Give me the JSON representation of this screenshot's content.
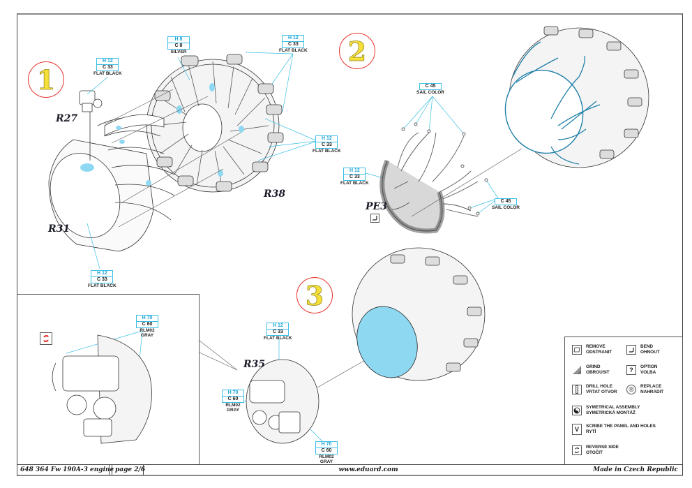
{
  "document": {
    "title": "Fw 190A-3 engine",
    "kit_number": "648 364",
    "page": "page 2/6",
    "website": "www.eduard.com",
    "origin": "Made in Czech Republic"
  },
  "footer": {
    "kit_and_title": "648 364  Fw 190A-3 engine",
    "page": "page 2/6",
    "website": "www.eduard.com",
    "origin": "Made in Czech Republic"
  },
  "steps": [
    {
      "number": "1"
    },
    {
      "number": "2"
    },
    {
      "number": "3"
    }
  ],
  "part_labels": {
    "r27": "R27",
    "r31": "R31",
    "r38": "R38",
    "pe3": "PE3",
    "r35": "R35"
  },
  "callouts": [
    {
      "h": "H 12",
      "c": "C 33",
      "name": "FLAT BLACK"
    },
    {
      "h": "H 8",
      "c": "C 8",
      "name": "SILVER"
    },
    {
      "h": "H 12",
      "c": "C 33",
      "name": "FLAT BLACK"
    },
    {
      "h": "H 12",
      "c": "C 33",
      "name": "FLAT BLACK"
    },
    {
      "h": "H 12",
      "c": "C 33",
      "name": "FLAT BLACK"
    },
    {
      "c": "C 45",
      "name": "SAIL COLOR"
    },
    {
      "h": "H 12",
      "c": "C 33",
      "name": "FLAT BLACK"
    },
    {
      "c": "C 45",
      "name": "SAIL COLOR"
    },
    {
      "h": "H 70",
      "c": "C 60",
      "name": "RLM02",
      "name2": "GRAY"
    },
    {
      "h": "H 12",
      "c": "C 33",
      "name": "FLAT BLACK"
    },
    {
      "h": "H 70",
      "c": "C 60",
      "name": "RLM02",
      "name2": "GRAY"
    },
    {
      "h": "H 70",
      "c": "C 60",
      "name": "RLM02",
      "name2": "GRAY"
    }
  ],
  "legend": {
    "items": [
      {
        "icon": "remove-icon",
        "line1": "REMOVE",
        "line2": "ODSTRANIT"
      },
      {
        "icon": "bend-icon",
        "line1": "BEND",
        "line2": "OHNOUT"
      },
      {
        "icon": "grind-icon",
        "line1": "GRIND",
        "line2": "OBROUSIT"
      },
      {
        "icon": "option-icon",
        "glyph": "?",
        "line1": "OPTION",
        "line2": "VOLBA"
      },
      {
        "icon": "drill-hole-icon",
        "line1": "DRILL HOLE",
        "line2": "VRTAT OTVOR"
      },
      {
        "icon": "replace-icon",
        "glyph": "®",
        "line1": "REPLACE",
        "line2": "NAHRADIT"
      },
      {
        "icon": "symmetrical-assembly-icon",
        "line1": "SYMETRICAL ASSEMBLY",
        "line2": "SYMETRICKÁ MONTÁŽ"
      },
      {
        "icon": "scribe-icon",
        "glyph": "V",
        "line1": "SCRIBE THE PANEL AND HOLES",
        "line2": "RYTÍ"
      },
      {
        "icon": "reverse-side-icon",
        "glyph": "⟲",
        "line1": "REVERSE SIDE",
        "line2": "OTOČIT"
      }
    ]
  },
  "colors": {
    "callout_border": "#3cbfe6",
    "callout_h_text": "#1aa4d8",
    "step_circle": "#e8322a",
    "step_number": "#f5e03a",
    "highlight_fill": "#8fd8f2",
    "wiring_blue": "#1f7fa8"
  }
}
